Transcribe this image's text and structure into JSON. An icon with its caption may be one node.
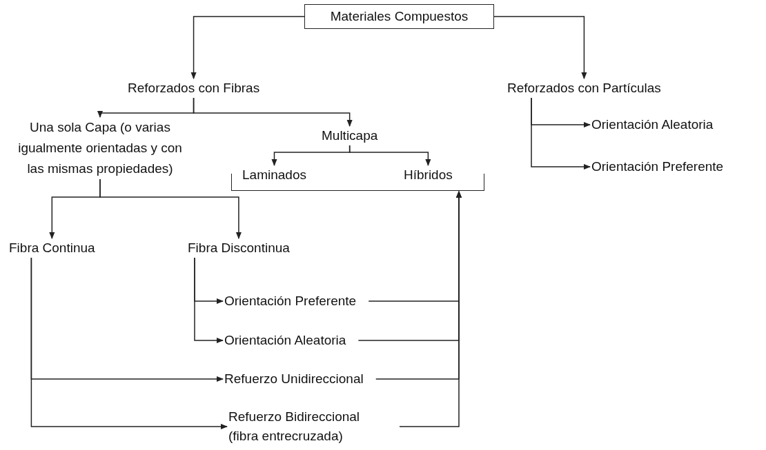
{
  "diagram": {
    "nodes": [
      {
        "text": [
          "Materiales Compuestos"
        ]
      },
      {
        "text": [
          "Reforzados con Fibras"
        ]
      },
      {
        "text": [
          "Reforzados con Partículas"
        ]
      },
      {
        "text": [
          "Orientación Aleatoria"
        ]
      },
      {
        "text": [
          "Orientación Preferente"
        ]
      },
      {
        "text": [
          "Una sola Capa (o varias igualmente orientadas y con las mismas propiedades)"
        ]
      },
      {
        "text": [
          "Multicapa"
        ]
      },
      {
        "text": [],
        "shape": "bracket"
      },
      {
        "text": [
          "Laminados"
        ],
        "in": 7
      },
      {
        "text": [
          "Híbridos"
        ],
        "in": 7
      },
      {
        "text": [
          "Fibra Continua"
        ]
      },
      {
        "text": [
          "Fibra Discontinua"
        ]
      },
      {
        "text": [
          "Orientación Preferente"
        ]
      },
      {
        "text": [
          "Orientación Aleatoria"
        ]
      },
      {
        "text": [
          "Refuerzo Unidireccional"
        ]
      },
      {
        "text": [
          "Refuerzo Bidireccional (fibra entrecruzada)"
        ]
      }
    ],
    "edges": [
      {
        "from": 0,
        "to": 1,
        "arrow": "to"
      },
      {
        "from": 0,
        "to": 2,
        "arrow": "to"
      },
      {
        "from": 2,
        "to": 3,
        "arrow": "to"
      },
      {
        "from": 2,
        "to": 4,
        "arrow": "to"
      },
      {
        "from": 1,
        "to": 5,
        "arrow": "to"
      },
      {
        "from": 1,
        "to": 6,
        "arrow": "to"
      },
      {
        "from": 6,
        "to": 8,
        "arrow": "to"
      },
      {
        "from": 6,
        "to": 9,
        "arrow": "to"
      },
      {
        "from": 5,
        "to": 10,
        "arrow": "to"
      },
      {
        "from": 5,
        "to": 11,
        "arrow": "to"
      },
      {
        "from": 11,
        "to": 12,
        "arrow": "to"
      },
      {
        "from": 11,
        "to": 13,
        "arrow": "to"
      },
      {
        "from": 10,
        "to": 14,
        "arrow": "to"
      },
      {
        "from": 10,
        "to": 15,
        "arrow": "to"
      },
      {
        "from": 12,
        "to": 7,
        "arrow": "to"
      },
      {
        "from": 13,
        "to": 7,
        "arrow": "to"
      },
      {
        "from": 14,
        "to": 7,
        "arrow": "to"
      },
      {
        "from": 15,
        "to": 7,
        "arrow": "to"
      }
    ]
  }
}
